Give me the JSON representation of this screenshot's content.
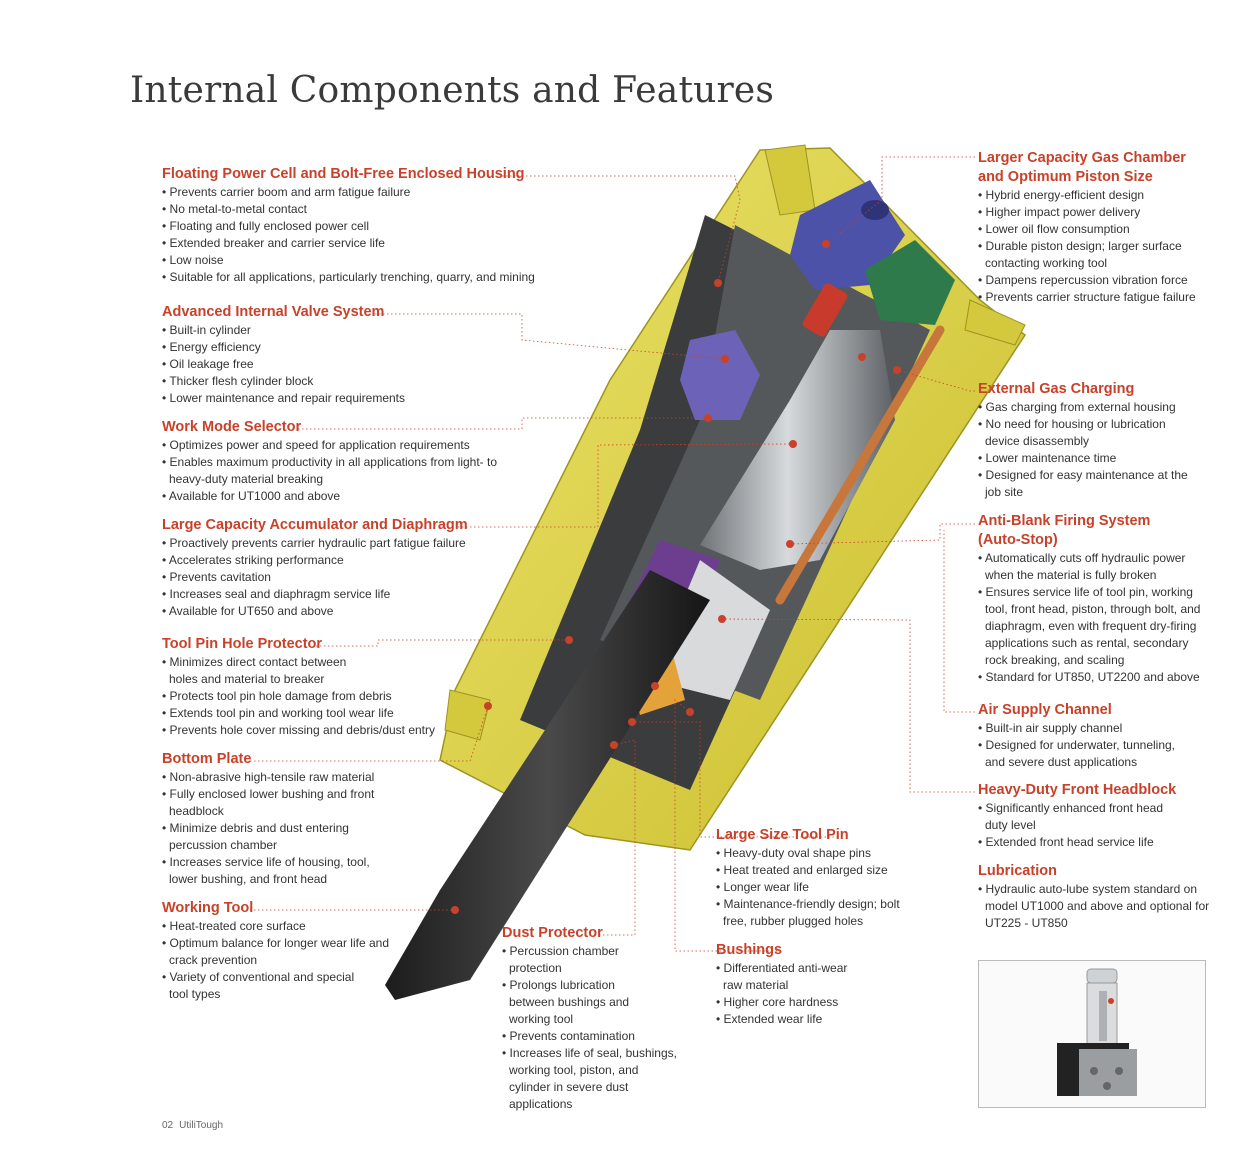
{
  "page_title": "Internal Components and Features",
  "features": {
    "floating_power_cell": {
      "title": "Floating Power Cell and Bolt-Free Enclosed Housing",
      "items": [
        "Prevents carrier boom and arm fatigue failure",
        "No metal-to-metal contact",
        "Floating and fully enclosed power cell",
        "Extended breaker and carrier service life",
        "Low noise",
        "Suitable for all applications, particularly trenching, quarry, and mining"
      ]
    },
    "valve_system": {
      "title": "Advanced Internal Valve System",
      "items": [
        "Built-in cylinder",
        "Energy efficiency",
        "Oil leakage free",
        "Thicker flesh cylinder block",
        "Lower maintenance and repair requirements"
      ]
    },
    "work_mode": {
      "title": "Work Mode Selector",
      "items": [
        "Optimizes power and speed for application requirements",
        "Enables maximum productivity in all applications from light- to heavy-duty material breaking",
        "Available for UT1000 and above"
      ]
    },
    "accumulator": {
      "title": "Large Capacity Accumulator and Diaphragm",
      "items": [
        "Proactively prevents carrier hydraulic part fatigue failure",
        "Accelerates striking performance",
        "Prevents cavitation",
        "Increases seal and diaphragm service life",
        "Available for UT650 and above"
      ]
    },
    "tool_pin_hole": {
      "title": "Tool Pin Hole Protector",
      "items": [
        "Minimizes direct contact between holes and material to breaker",
        "Protects tool pin hole damage from debris",
        "Extends tool pin and working tool wear life",
        "Prevents hole cover missing and debris/dust entry"
      ]
    },
    "bottom_plate": {
      "title": "Bottom Plate",
      "items": [
        "Non-abrasive high-tensile raw material",
        "Fully enclosed lower bushing and front headblock",
        "Minimize debris and dust entering percussion chamber",
        "Increases service life of housing, tool, lower bushing, and front head"
      ]
    },
    "working_tool": {
      "title": "Working Tool",
      "items": [
        "Heat-treated core surface",
        "Optimum balance for longer wear life and crack prevention",
        "Variety of conventional and special tool types"
      ]
    },
    "dust_protector": {
      "title": "Dust Protector",
      "items": [
        "Percussion chamber protection",
        "Prolongs lubrication between bushings and working tool",
        "Prevents contamination",
        "Increases life of seal, bushings, working tool, piston, and cylinder in severe dust applications"
      ]
    },
    "tool_pin": {
      "title": "Large Size Tool Pin",
      "items": [
        "Heavy-duty oval shape pins",
        "Heat treated and enlarged size",
        "Longer wear life",
        "Maintenance-friendly design; bolt free, rubber plugged holes"
      ]
    },
    "bushings": {
      "title": "Bushings",
      "items": [
        "Differentiated anti-wear raw material",
        "Higher core hardness",
        "Extended wear life"
      ]
    },
    "gas_chamber": {
      "title": "Larger Capacity Gas Chamber and Optimum Piston Size",
      "items": [
        "Hybrid energy-efficient design",
        "Higher impact power delivery",
        "Lower oil flow consumption",
        "Durable piston design; larger surface contacting working tool",
        "Dampens repercussion vibration force",
        "Prevents carrier structure fatigue failure"
      ]
    },
    "gas_charging": {
      "title": "External Gas Charging",
      "items": [
        "Gas charging from external housing",
        "No need for housing or lubrication device disassembly",
        "Lower maintenance time",
        "Designed for easy maintenance at the job site"
      ]
    },
    "anti_blank": {
      "title": "Anti-Blank Firing System (Auto-Stop)",
      "items": [
        "Automatically cuts off hydraulic power when the material is fully broken",
        "Ensures service life of tool pin, working tool, front head, piston, through bolt, and diaphragm, even with frequent dry-firing applications such as rental, secondary rock breaking, and scaling",
        "Standard for UT850, UT2200 and above"
      ]
    },
    "air_supply": {
      "title": "Air Supply Channel",
      "items": [
        "Built-in air supply channel",
        "Designed for underwater, tunneling, and severe dust applications"
      ]
    },
    "headblock": {
      "title": "Heavy-Duty Front Headblock",
      "items": [
        "Significantly enhanced front head duty level",
        "Extended front head service life"
      ]
    },
    "lubrication": {
      "title": "Lubrication",
      "items": [
        "Hydraulic auto-lube system standard on model UT1000 and above and optional for UT225 - UT850"
      ]
    }
  },
  "footer": {
    "page_number": "02",
    "brand": "UtiliTough"
  },
  "colors": {
    "accent": "#c8412a",
    "housing_yellow": "#e3d84c",
    "leader_line": "#c8412a"
  }
}
